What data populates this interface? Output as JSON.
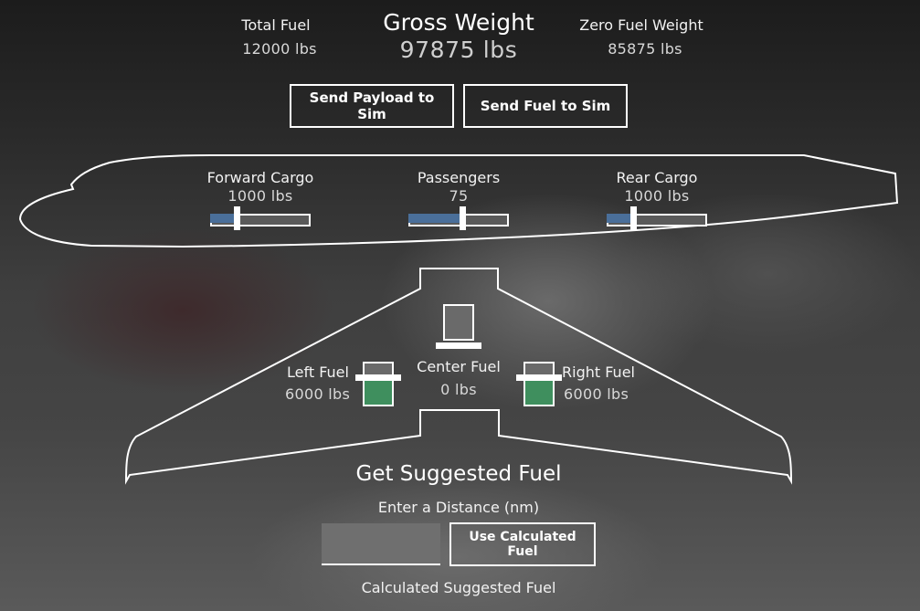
{
  "summary": {
    "total_fuel_label": "Total Fuel",
    "total_fuel_value": "12000 lbs",
    "gross_weight_label": "Gross Weight",
    "gross_weight_value": "97875 lbs",
    "zfw_label": "Zero Fuel Weight",
    "zfw_value": "85875 lbs"
  },
  "buttons": {
    "send_payload": "Send Payload to Sim",
    "send_fuel": "Send Fuel to Sim",
    "use_calculated": "Use Calculated Fuel"
  },
  "payload": {
    "forward_cargo": {
      "label": "Forward Cargo",
      "value": "1000 lbs",
      "fraction": 0.27
    },
    "passengers": {
      "label": "Passengers",
      "value": "75",
      "fraction": 0.56
    },
    "rear_cargo": {
      "label": "Rear Cargo",
      "value": "1000 lbs",
      "fraction": 0.27
    }
  },
  "fuel": {
    "left": {
      "label": "Left Fuel",
      "value": "6000 lbs",
      "fraction": 0.6
    },
    "center": {
      "label": "Center Fuel",
      "value": "0 lbs",
      "fraction": 0.0
    },
    "right": {
      "label": "Right Fuel",
      "value": "6000 lbs",
      "fraction": 0.6
    }
  },
  "suggested": {
    "title": "Get Suggested Fuel",
    "distance_label": "Enter a Distance (nm)",
    "distance_value": "",
    "result_label": "Calculated Suggested Fuel"
  },
  "colors": {
    "slider_fill": "#4a6f9a",
    "fuel_fill": "#3f8f5e",
    "outline": "#ffffff"
  }
}
